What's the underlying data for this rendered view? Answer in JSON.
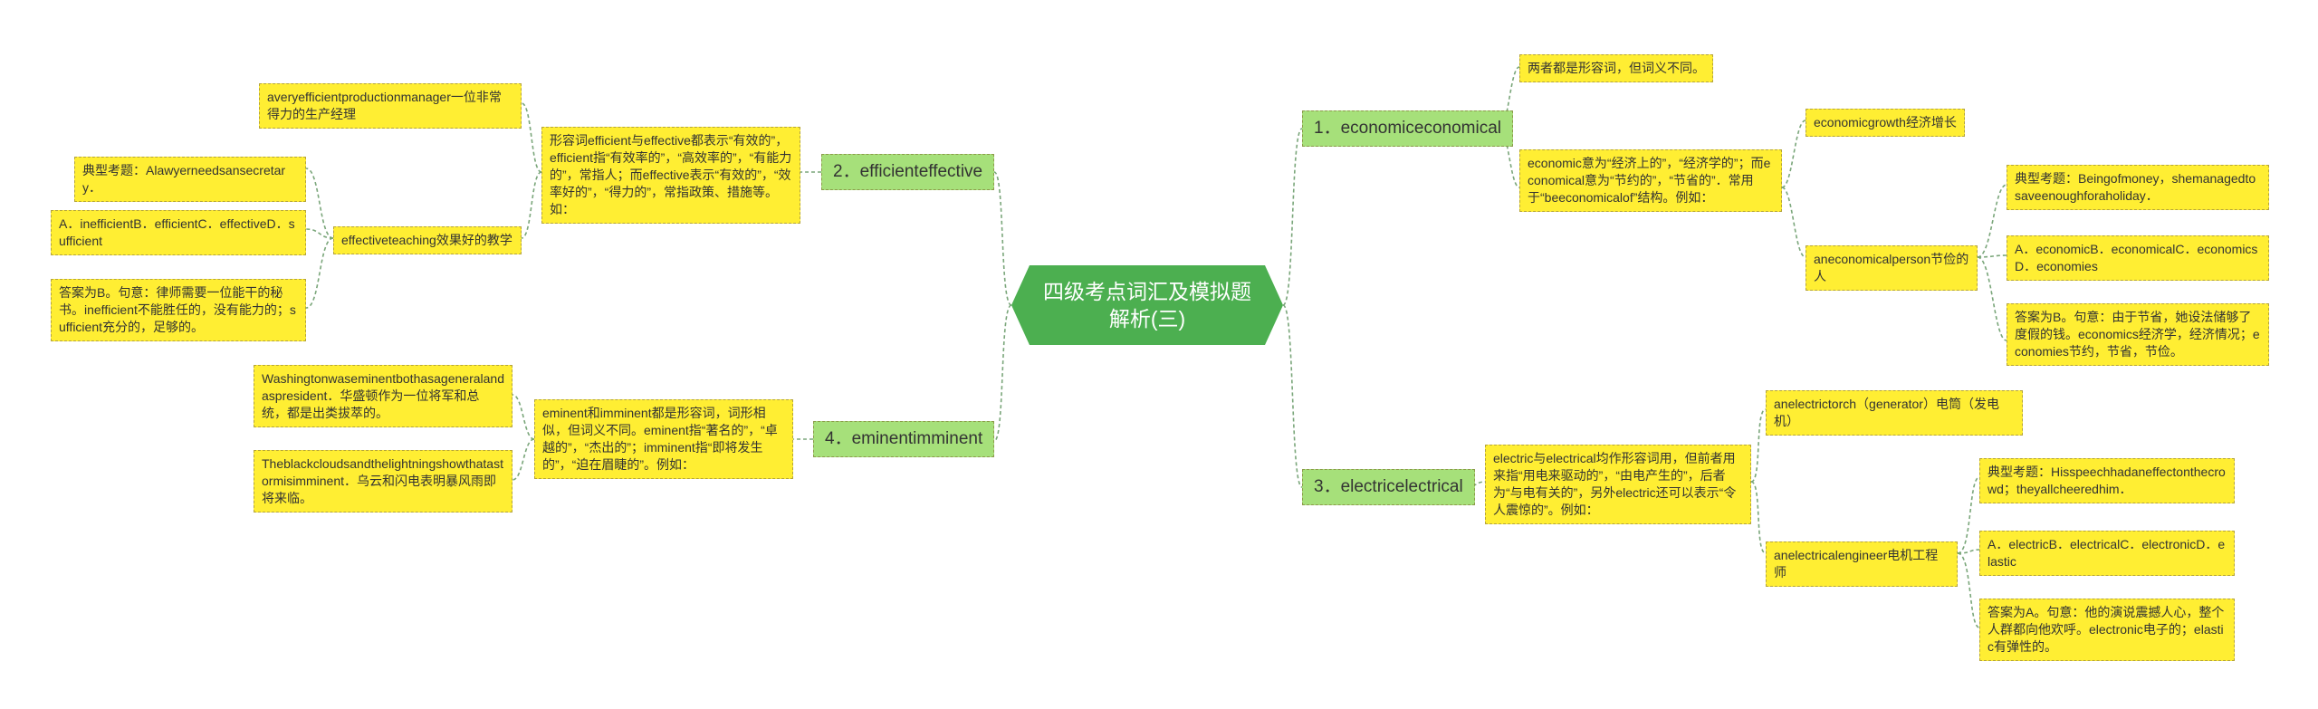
{
  "root": "四级考点词汇及模拟题解析(三)",
  "b1": {
    "title": "1．economiceconomical",
    "n1": "两者都是形容词，但词义不同。",
    "n2": "economic意为“经济上的”，“经济学的”；而economical意为“节约的”，“节省的”．常用于“beeconomicalof”结构。例如：",
    "n3": "economicgrowth经济增长",
    "n4": "aneconomicalperson节俭的人",
    "n5": "典型考题：Beingofmoney，shemanagedtosaveenoughforaholiday．",
    "n6": "A．economicB．economicalC．economicsD．economies",
    "n7": "答案为B。句意：由于节省，她设法储够了度假的钱。economics经济学，经济情况；economies节约，节省，节俭。"
  },
  "b2": {
    "title": "2．efficienteffective",
    "n1": "形容词efficient与effective都表示“有效的”，efficient指“有效率的”，“高效率的”，“有能力的”，常指人；而effective表示“有效的”，“效率好的”，“得力的”，常指政策、措施等。如：",
    "n2": "averyefficientproductionmanager一位非常得力的生产经理",
    "n3": "effectiveteaching效果好的教学",
    "n4": "典型考题：Alawyerneedsansecretary．",
    "n5": "A．inefficientB．efficientC．effectiveD．sufficient",
    "n6": "答案为B。句意：律师需要一位能干的秘书。inefficient不能胜任的，没有能力的；sufficient充分的，足够的。"
  },
  "b3": {
    "title": "3．electricelectrical",
    "n1": "electric与electrical均作形容词用，但前者用来指“用电来驱动的”，“由电产生的”，后者为“与电有关的”，另外electric还可以表示“令人震惊的”。例如：",
    "n2": "anelectrictorch（generator）电筒（发电机）",
    "n3": "anelectricalengineer电机工程师",
    "n4": "典型考题：Hisspeechhadaneffectonthecrowd；theyallcheeredhim．",
    "n5": "A．electricB．electricalC．electronicD．elastic",
    "n6": "答案为A。句意：他的演说震撼人心，整个人群都向他欢呼。electronic电子的；elastic有弹性的。"
  },
  "b4": {
    "title": "4．eminentimminent",
    "n1": "eminent和imminent都是形容词，词形相似，但词义不同。eminent指“著名的”，“卓越的”，“杰出的”；imminent指“即将发生的”，“迫在眉睫的”。例如：",
    "n2": "Washingtonwaseminentbothasageneralandaspresident．华盛顿作为一位将军和总统，都是出类拔萃的。",
    "n3": "Theblackcloudsandthelightningshowthatastormisimminent．乌云和闪电表明暴风雨即将来临。"
  }
}
